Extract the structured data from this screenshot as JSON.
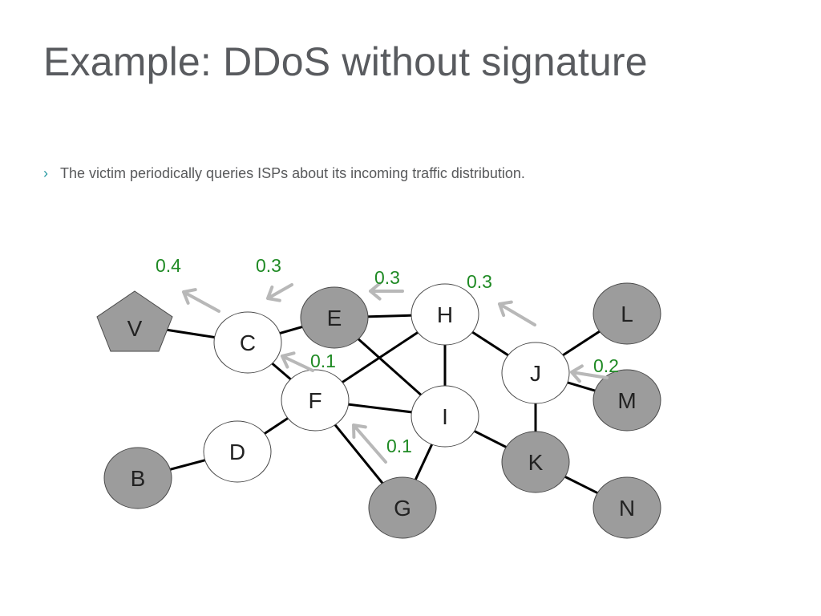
{
  "slide": {
    "title": "Example: DDoS without signature",
    "bullets": [
      {
        "marker": "›",
        "text": "The victim periodically queries ISPs about its incoming traffic distribution."
      }
    ]
  },
  "diagram": {
    "colors": {
      "edge": "#000000",
      "node_stroke": "#4a4a4a",
      "node_plain": "#ffffff",
      "node_shaded": "#9c9c9c",
      "arrow": "#b8b8b8",
      "traffic_label": "#1f8a24"
    },
    "nodes": [
      {
        "id": "V",
        "label": "V",
        "shape": "pentagon",
        "shaded": true
      },
      {
        "id": "C",
        "label": "C",
        "shape": "circle",
        "shaded": false
      },
      {
        "id": "E",
        "label": "E",
        "shape": "circle",
        "shaded": true
      },
      {
        "id": "H",
        "label": "H",
        "shape": "circle",
        "shaded": false
      },
      {
        "id": "J",
        "label": "J",
        "shape": "circle",
        "shaded": false
      },
      {
        "id": "L",
        "label": "L",
        "shape": "circle",
        "shaded": true
      },
      {
        "id": "M",
        "label": "M",
        "shape": "circle",
        "shaded": true
      },
      {
        "id": "F",
        "label": "F",
        "shape": "circle",
        "shaded": false
      },
      {
        "id": "I",
        "label": "I",
        "shape": "circle",
        "shaded": false
      },
      {
        "id": "K",
        "label": "K",
        "shape": "circle",
        "shaded": true
      },
      {
        "id": "D",
        "label": "D",
        "shape": "circle",
        "shaded": false
      },
      {
        "id": "B",
        "label": "B",
        "shape": "circle",
        "shaded": true
      },
      {
        "id": "G",
        "label": "G",
        "shape": "circle",
        "shaded": true
      },
      {
        "id": "N",
        "label": "N",
        "shape": "circle",
        "shaded": true
      }
    ],
    "edges": [
      [
        "V",
        "C"
      ],
      [
        "C",
        "E"
      ],
      [
        "C",
        "F"
      ],
      [
        "E",
        "H"
      ],
      [
        "E",
        "I"
      ],
      [
        "F",
        "H"
      ],
      [
        "F",
        "I"
      ],
      [
        "F",
        "G"
      ],
      [
        "F",
        "D"
      ],
      [
        "D",
        "B"
      ],
      [
        "H",
        "I"
      ],
      [
        "H",
        "J"
      ],
      [
        "I",
        "G"
      ],
      [
        "I",
        "K"
      ],
      [
        "J",
        "L"
      ],
      [
        "J",
        "M"
      ],
      [
        "J",
        "K"
      ],
      [
        "K",
        "N"
      ]
    ],
    "traffic": [
      {
        "value": "0.4"
      },
      {
        "value": "0.3"
      },
      {
        "value": "0.3"
      },
      {
        "value": "0.3"
      },
      {
        "value": "0.1"
      },
      {
        "value": "0.2"
      },
      {
        "value": "0.1"
      }
    ]
  }
}
